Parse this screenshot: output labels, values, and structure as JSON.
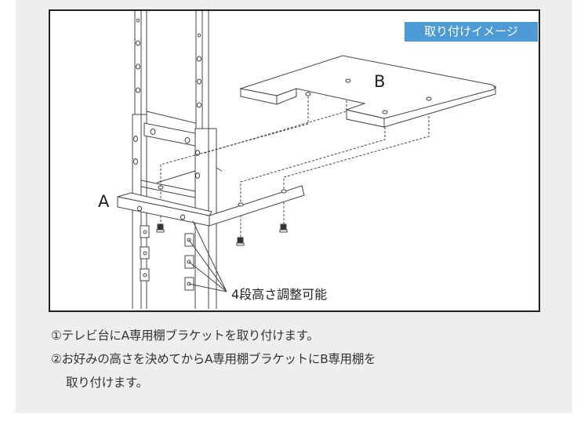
{
  "colors": {
    "badge": "#4d9bd6",
    "line": "#444444",
    "background": "#eeeeee"
  },
  "badge": {
    "label": "取り付けイメージ"
  },
  "diagram": {
    "label_a": "A",
    "label_b": "B",
    "callout": "4段高さ調整可能"
  },
  "instructions": [
    "①テレビ台にA専用棚ブラケットを取り付けます。",
    "②お好みの高さを決めてからA専用棚ブラケットにB専用棚を",
    "取り付けます。"
  ]
}
